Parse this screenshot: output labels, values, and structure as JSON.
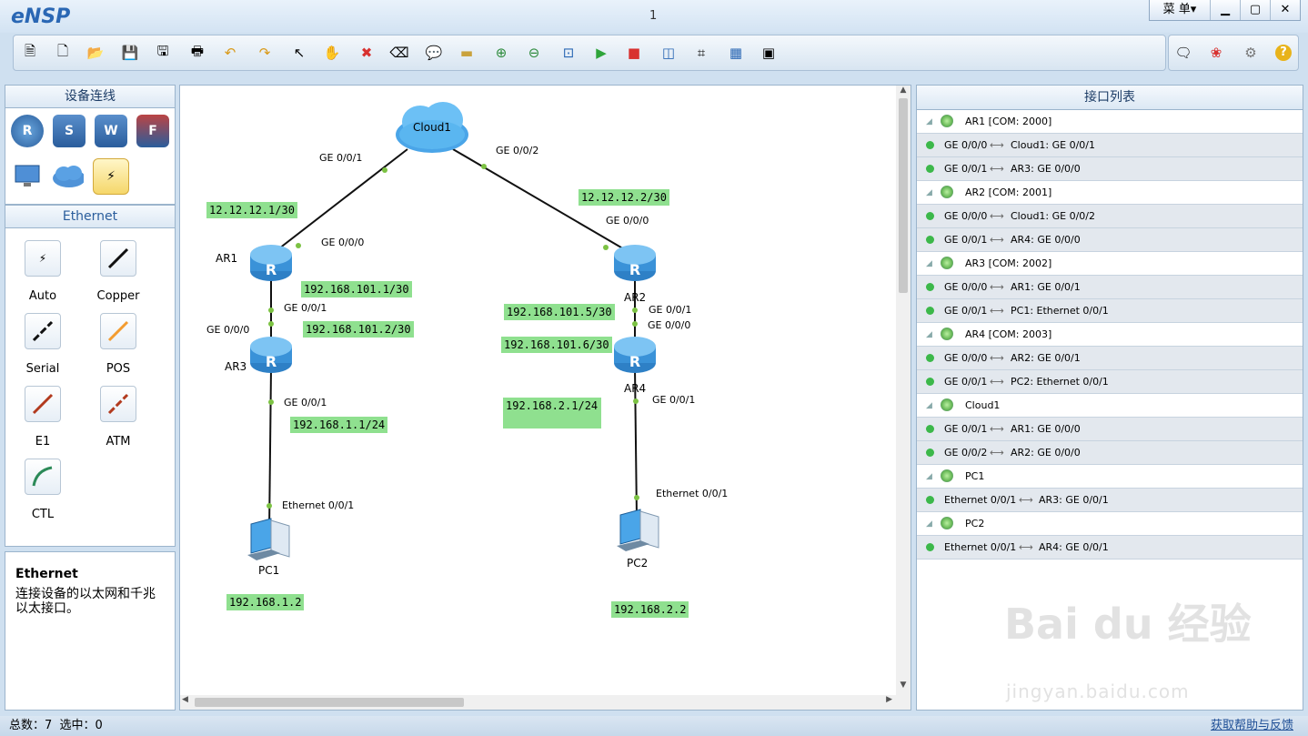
{
  "app": {
    "title": "eNSP",
    "window_title": "1",
    "menu_label": "菜 单▾"
  },
  "toolbar": {
    "icons": [
      "new-topology",
      "new-test",
      "open",
      "save",
      "save-as",
      "print",
      "undo",
      "redo",
      "select",
      "pan",
      "delete",
      "delete-link",
      "text",
      "palette",
      "zoom-in",
      "zoom-out",
      "fit",
      "start",
      "stop",
      "capture",
      "topology",
      "grid",
      "screenshot"
    ]
  },
  "toolbar_right": {
    "icons": [
      "chat",
      "huawei",
      "settings",
      "help"
    ]
  },
  "left_panel": {
    "header": "设备连线",
    "devices": [
      "R",
      "S",
      "W",
      "F",
      "PC",
      "Cloud",
      "Link"
    ],
    "sub_header": "Ethernet",
    "cables": [
      {
        "label": "Auto"
      },
      {
        "label": "Copper"
      },
      {
        "label": "Serial"
      },
      {
        "label": "POS"
      },
      {
        "label": "E1"
      },
      {
        "label": "ATM"
      },
      {
        "label": "CTL"
      }
    ],
    "desc_title": "Ethernet",
    "desc_text": "连接设备的以太网和千兆以太接口。"
  },
  "topology": {
    "devices": {
      "cloud1": "Cloud1",
      "ar1": "AR1",
      "ar2": "AR2",
      "ar3": "AR3",
      "ar4": "AR4",
      "pc1": "PC1",
      "pc2": "PC2"
    },
    "ports": {
      "c1_g001": "GE 0/0/1",
      "c1_g002": "GE 0/0/2",
      "ar1_g000": "GE 0/0/0",
      "ar1_g001": "GE 0/0/1",
      "ar3_g000": "GE 0/0/0",
      "ar3_g001": "GE 0/0/1",
      "ar2_g000": "GE 0/0/0",
      "ar2_g001": "GE 0/0/1",
      "ar4_g000": "GE 0/0/0",
      "ar4_g001": "GE 0/0/1",
      "pc1_eth": "Ethernet 0/0/1",
      "pc2_eth": "Ethernet 0/0/1"
    },
    "addresses": {
      "a1": "12.12.12.1/30",
      "a2": "12.12.12.2/30",
      "a3": "192.168.101.1/30",
      "a4": "192.168.101.2/30",
      "a5": "192.168.101.5/30",
      "a6": "192.168.101.6/30",
      "a7": "192.168.1.1/24",
      "a8": "192.168.2.1/24",
      "a9": "192.168.1.2",
      "a10": "192.168.2.2"
    }
  },
  "interface_list": {
    "header": "接口列表",
    "rows": [
      {
        "type": "dev",
        "text": "AR1 [COM: 2000]"
      },
      {
        "type": "link",
        "a": "GE 0/0/0",
        "b": "Cloud1: GE 0/0/1"
      },
      {
        "type": "link",
        "a": "GE 0/0/1",
        "b": "AR3: GE 0/0/0"
      },
      {
        "type": "dev",
        "text": "AR2 [COM: 2001]"
      },
      {
        "type": "link",
        "a": "GE 0/0/0",
        "b": "Cloud1: GE 0/0/2"
      },
      {
        "type": "link",
        "a": "GE 0/0/1",
        "b": "AR4: GE 0/0/0"
      },
      {
        "type": "dev",
        "text": "AR3 [COM: 2002]"
      },
      {
        "type": "link",
        "a": "GE 0/0/0",
        "b": "AR1: GE 0/0/1"
      },
      {
        "type": "link",
        "a": "GE 0/0/1",
        "b": "PC1: Ethernet 0/0/1"
      },
      {
        "type": "dev",
        "text": "AR4 [COM: 2003]"
      },
      {
        "type": "link",
        "a": "GE 0/0/0",
        "b": "AR2: GE 0/0/1"
      },
      {
        "type": "link",
        "a": "GE 0/0/1",
        "b": "PC2: Ethernet 0/0/1"
      },
      {
        "type": "dev",
        "text": "Cloud1"
      },
      {
        "type": "link",
        "a": "GE 0/0/1",
        "b": "AR1: GE 0/0/0"
      },
      {
        "type": "link",
        "a": "GE 0/0/2",
        "b": "AR2: GE 0/0/0"
      },
      {
        "type": "dev",
        "text": "PC1"
      },
      {
        "type": "link",
        "a": "Ethernet 0/0/1",
        "b": "AR3: GE 0/0/1"
      },
      {
        "type": "dev",
        "text": "PC2"
      },
      {
        "type": "link",
        "a": "Ethernet 0/0/1",
        "b": "AR4: GE 0/0/1"
      }
    ]
  },
  "status": {
    "total": "总数：7  选中：0",
    "help_link": "获取帮助与反馈"
  },
  "watermark": {
    "logo": "Bai du 经验",
    "url": "jingyan.baidu.com"
  }
}
